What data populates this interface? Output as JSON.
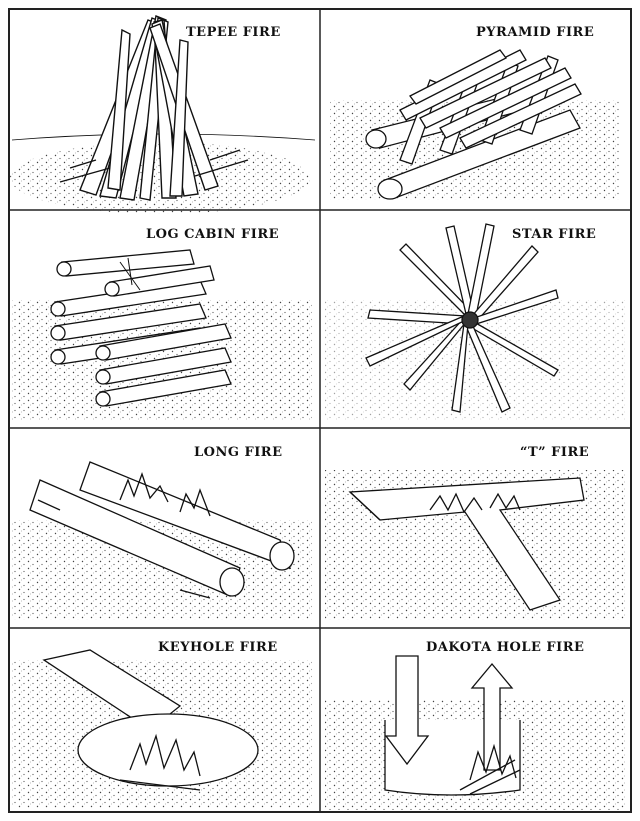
{
  "panels": [
    {
      "id": "tepee",
      "title": "TEPEE FIRE"
    },
    {
      "id": "pyramid",
      "title": "PYRAMID FIRE"
    },
    {
      "id": "log-cabin",
      "title": "LOG CABIN FIRE"
    },
    {
      "id": "star",
      "title": "STAR FIRE"
    },
    {
      "id": "long",
      "title": "LONG FIRE"
    },
    {
      "id": "t",
      "title": "“T” FIRE"
    },
    {
      "id": "keyhole",
      "title": "KEYHOLE FIRE"
    },
    {
      "id": "dakota",
      "title": "DAKOTA HOLE FIRE"
    }
  ],
  "colors": {
    "ink": "#111111",
    "paper": "#ffffff",
    "frame": "#222222"
  }
}
